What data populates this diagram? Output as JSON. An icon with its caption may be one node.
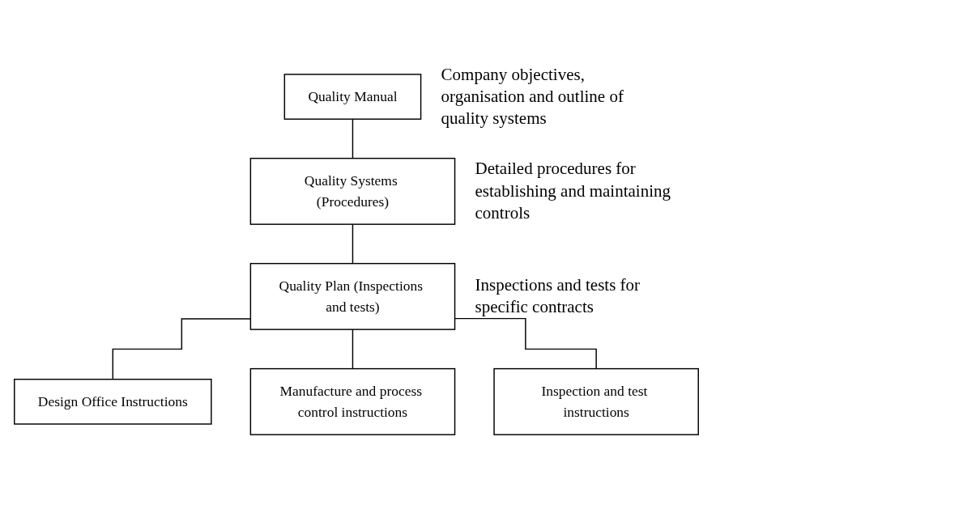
{
  "diagram": {
    "nodes": [
      {
        "text": [
          "Quality Manual"
        ],
        "beside": [
          "Company objectives, organisation and outline of quality systems"
        ]
      },
      {
        "text": [
          "Quality Systems (Procedures)"
        ],
        "beside": [
          "Detailed procedures for establishing and maintaining controls"
        ]
      },
      {
        "text": [
          "Quality Plan (Inspections and tests)"
        ],
        "beside": [
          "Inspections and tests for specific contracts"
        ]
      },
      {
        "text": [
          "Design Office Instructions"
        ]
      },
      {
        "text": [
          "Manufacture and process control instructions"
        ]
      },
      {
        "text": [
          "Inspection and test instructions"
        ]
      }
    ],
    "edges": [
      {
        "from": 0,
        "to": 1,
        "arrow": "none"
      },
      {
        "from": 1,
        "to": 2,
        "arrow": "none"
      },
      {
        "from": 2,
        "to": 3,
        "arrow": "none"
      },
      {
        "from": 2,
        "to": 4,
        "arrow": "none"
      },
      {
        "from": 2,
        "to": 5,
        "arrow": "none"
      }
    ]
  }
}
